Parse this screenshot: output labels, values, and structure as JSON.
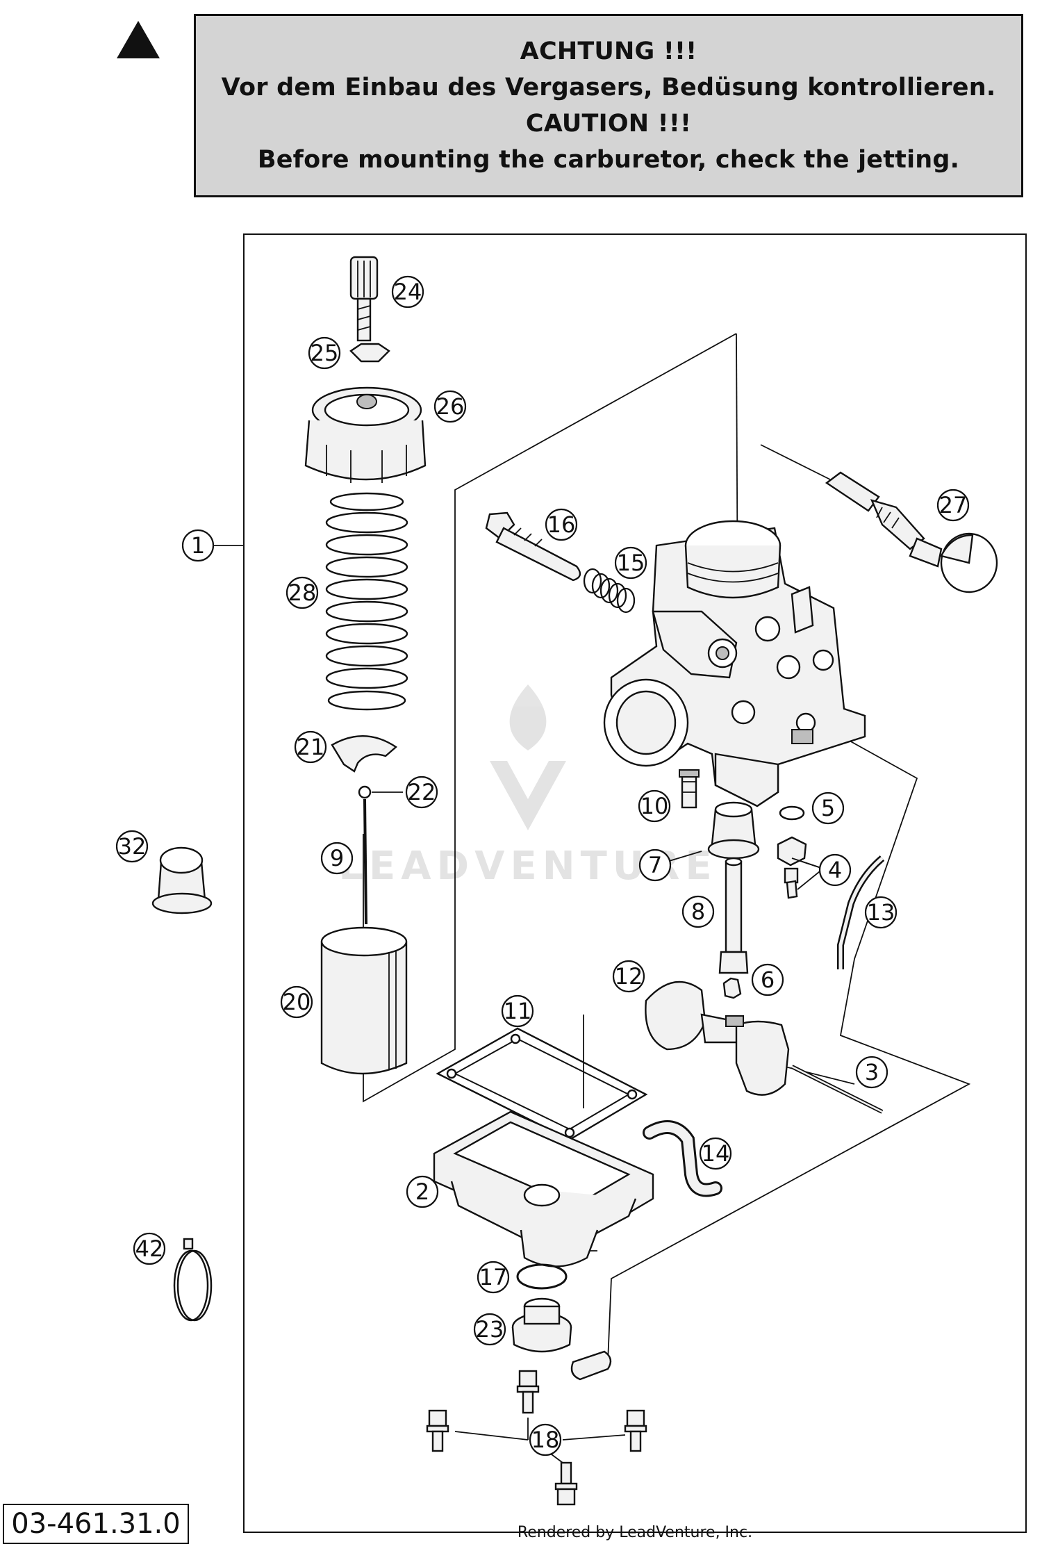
{
  "caution": {
    "lines": [
      "ACHTUNG !!!",
      "Vor dem Einbau des Vergasers, Bedüsung kontrollieren.",
      "CAUTION !!!",
      "Before mounting the carburetor, check the jetting."
    ]
  },
  "diagram": {
    "callouts": [
      "1",
      "2",
      "3",
      "4",
      "5",
      "6",
      "7",
      "8",
      "9",
      "10",
      "11",
      "12",
      "13",
      "14",
      "15",
      "16",
      "17",
      "18",
      "20",
      "21",
      "22",
      "23",
      "24",
      "25",
      "26",
      "27",
      "28",
      "32",
      "42"
    ]
  },
  "watermark": {
    "text": "LEADVENTURE"
  },
  "footer": {
    "part_code": "03-461.31.0",
    "credit": "Rendered by LeadVenture, Inc."
  },
  "colors": {
    "caution_bg": "#d4d4d4",
    "line": "#111111"
  }
}
